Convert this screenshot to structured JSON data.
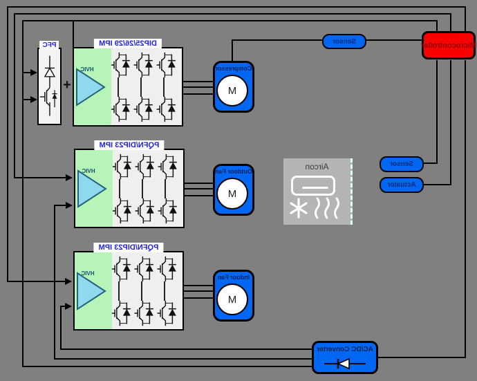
{
  "diagram": {
    "microcontroller": "Microcontroller",
    "sensor_top": "Sensor",
    "sensor_right": "Sensor",
    "actuator": "Actuator",
    "acdc_converter": "AC/DC Converter",
    "aircon": "Aircon",
    "pfc": "PFC",
    "plus_sign": "+",
    "ipms": [
      {
        "label": "DIP25/26/29 IPM",
        "hvic": "HVIC",
        "motor": "Compressor",
        "motor_letter": "M"
      },
      {
        "label": "PQFN/DIP23 IPM",
        "hvic": "HVIC",
        "motor": "Outdoor Fan",
        "motor_letter": "M"
      },
      {
        "label": "PQFN/DIP23 IPM",
        "hvic": "HVIC",
        "motor": "Indoor Fan",
        "motor_letter": "M"
      }
    ],
    "colors": {
      "background": "#808080",
      "box_blue": "#0067f3",
      "mcu_red": "#fa0000",
      "ipm_green_zone": "#b7f4b7",
      "hvic_triangle": "#8ed9ee",
      "ipm_label_text": "#2323e6",
      "wire": "#000000"
    }
  }
}
